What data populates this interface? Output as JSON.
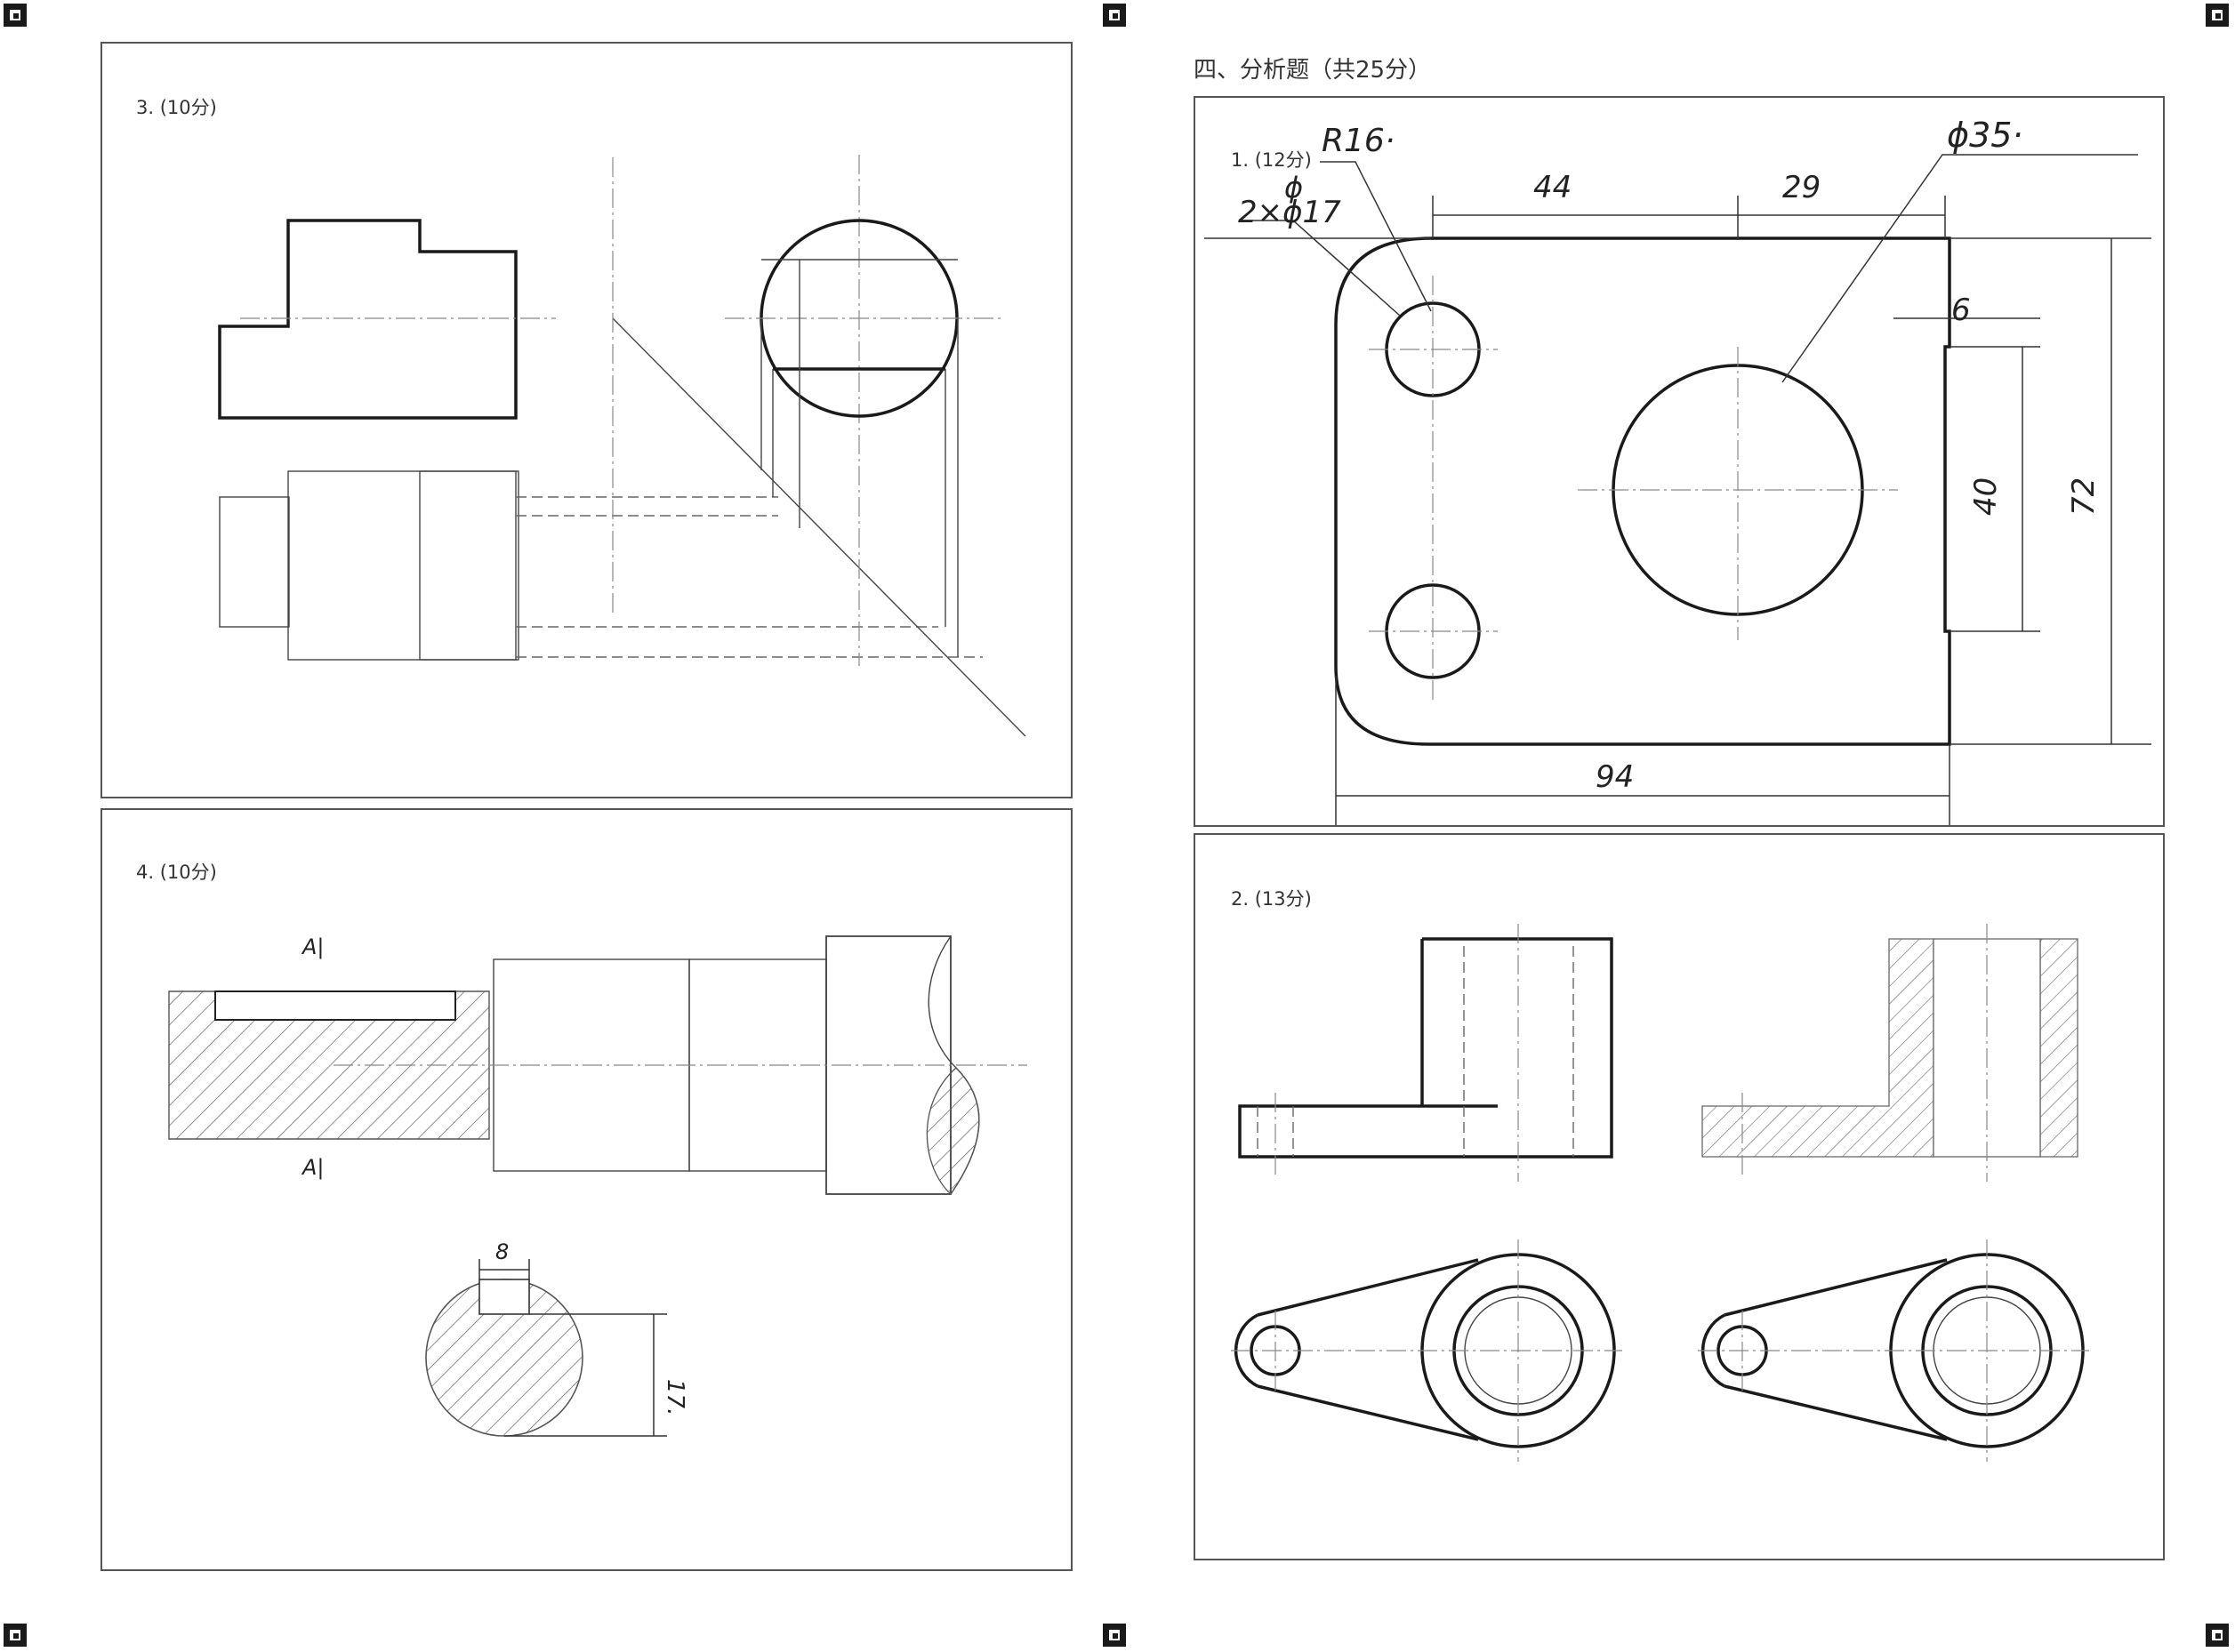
{
  "left_column": {
    "question_3": {
      "label": "3. (10分)"
    },
    "question_4": {
      "label": "4. (10分)",
      "section_mark_top": "A|",
      "section_mark_bottom": "A|",
      "dim_key_width": "8",
      "dim_key_depth": "17."
    }
  },
  "right_column": {
    "section_title": "四、分析题（共25分）",
    "question_1": {
      "label": "1. (12分)",
      "dim_radius": "R16·",
      "dim_hole_symbol": "ϕ",
      "dim_holes": "2×ϕ17",
      "dim_big_hole": "ϕ35·",
      "dim_44": "44",
      "dim_29": "29",
      "dim_6": "6",
      "dim_40": "40",
      "dim_72": "72",
      "dim_94": "94"
    },
    "question_2": {
      "label": "2. (13分)"
    }
  }
}
